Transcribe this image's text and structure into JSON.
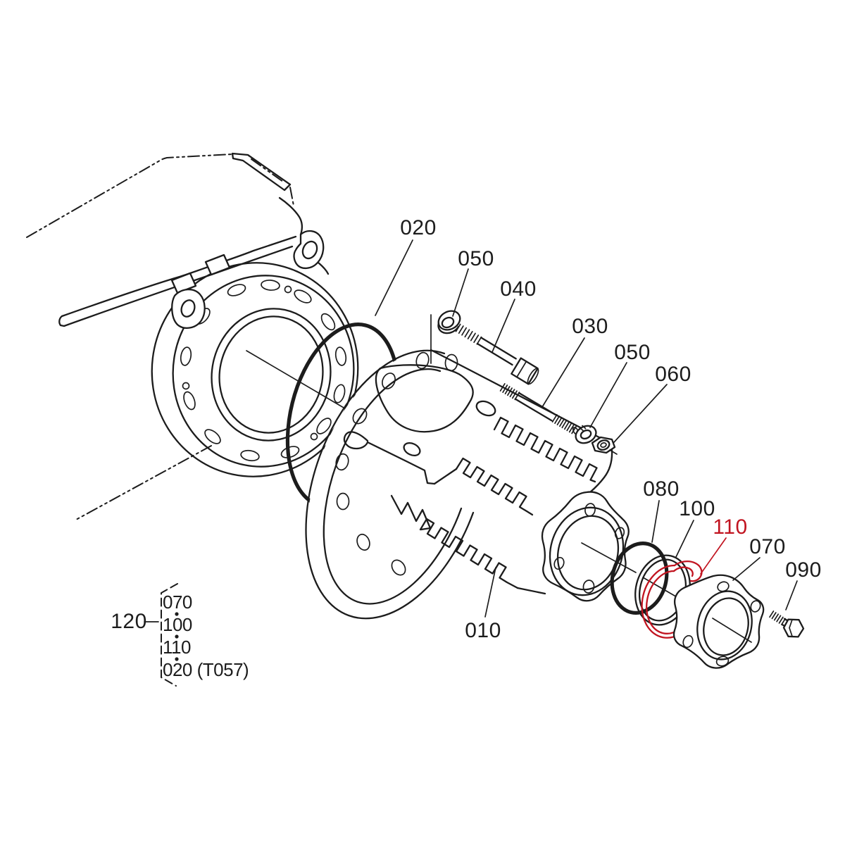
{
  "diagram": {
    "background_color": "#ffffff",
    "line_color": "#1c1c1c",
    "highlight_color": "#c11420",
    "part_labels": {
      "p010": "010",
      "p020": "020",
      "p030": "030",
      "p040": "040",
      "p050_upper": "050",
      "p050_lower": "050",
      "p060": "060",
      "p070": "070",
      "p080": "080",
      "p090": "090",
      "p100": "100",
      "p110": "110"
    },
    "legend": {
      "ref_label": "120",
      "items": [
        "070",
        "100",
        "110",
        "020 (T057)"
      ]
    }
  }
}
